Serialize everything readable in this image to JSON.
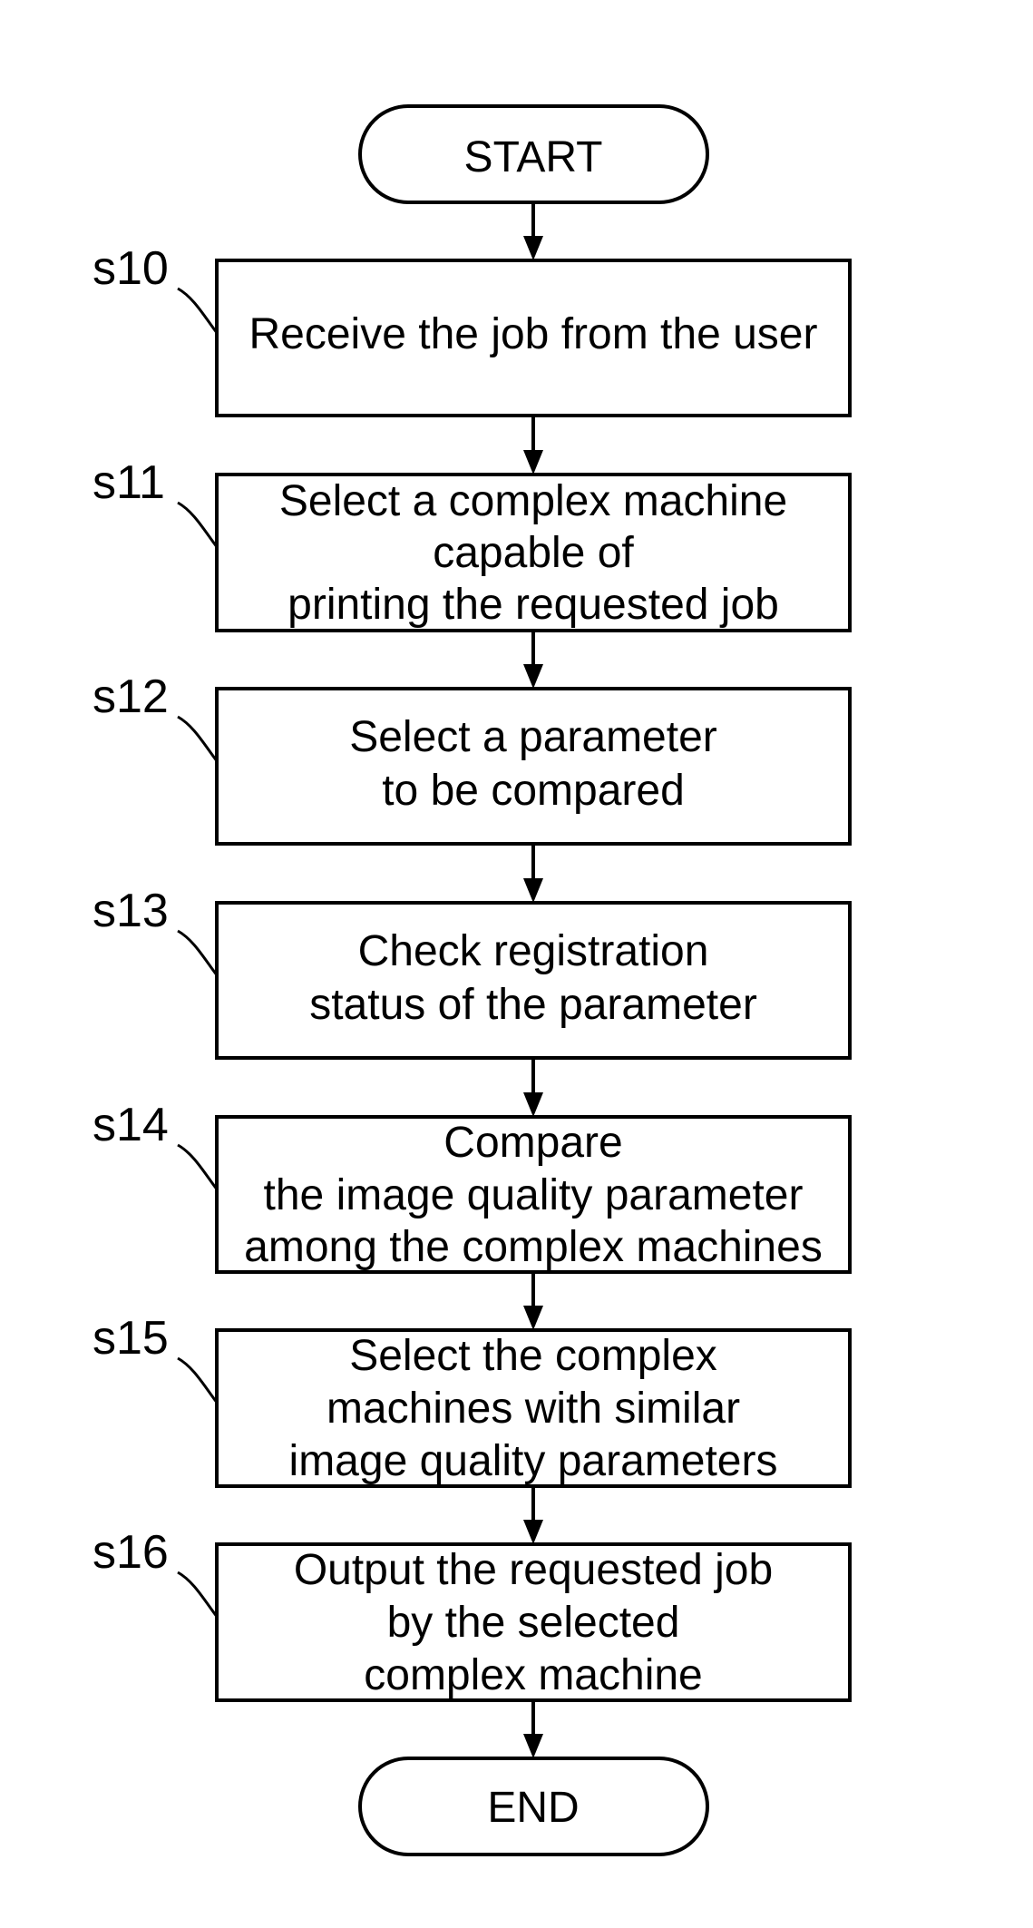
{
  "flowchart": {
    "start": {
      "label": "START"
    },
    "steps": [
      {
        "id": "s10",
        "lines": [
          "Receive the job from the user"
        ]
      },
      {
        "id": "s11",
        "lines": [
          "Select a complex machine",
          "capable of",
          "printing the requested job"
        ]
      },
      {
        "id": "s12",
        "lines": [
          "Select a parameter",
          "to be compared"
        ]
      },
      {
        "id": "s13",
        "lines": [
          "Check registration",
          "status of the parameter"
        ]
      },
      {
        "id": "s14",
        "lines": [
          "Compare",
          "the image quality parameter",
          "among the complex machines"
        ]
      },
      {
        "id": "s15",
        "lines": [
          "Select the complex",
          "machines with similar",
          "image quality parameters"
        ]
      },
      {
        "id": "s16",
        "lines": [
          "Output the requested job",
          "by the selected",
          "complex machine"
        ]
      }
    ],
    "end": {
      "label": "END"
    }
  }
}
